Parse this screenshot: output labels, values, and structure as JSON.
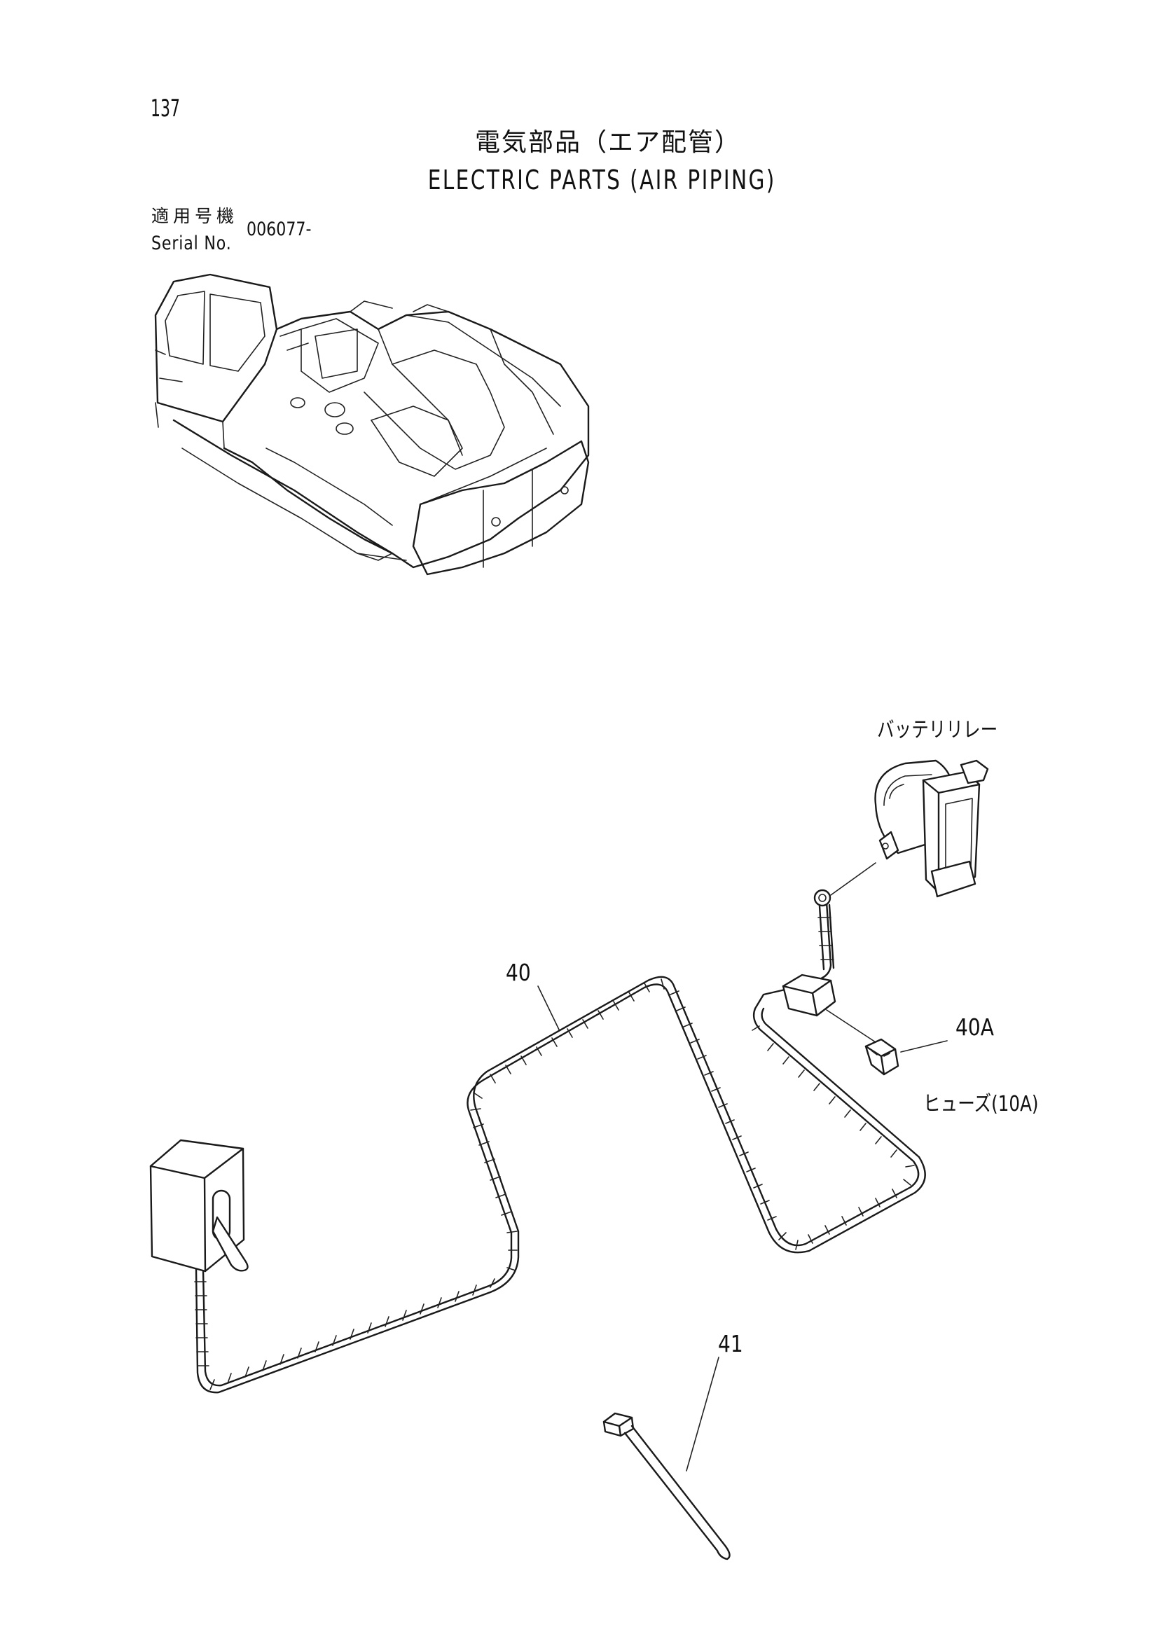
{
  "page": {
    "number": "137",
    "title_jp": "電気部品（エア配管）",
    "title_en": "ELECTRIC PARTS (AIR PIPING)"
  },
  "serial": {
    "label_jp": "適用号機",
    "label_en": "Serial No.",
    "value": "006077-"
  },
  "callouts": {
    "harness": "40",
    "fuse": "40A",
    "tie": "41"
  },
  "labels": {
    "battery_relay": "バッテリリレー",
    "fuse_10a": "ヒューズ(10A)"
  }
}
